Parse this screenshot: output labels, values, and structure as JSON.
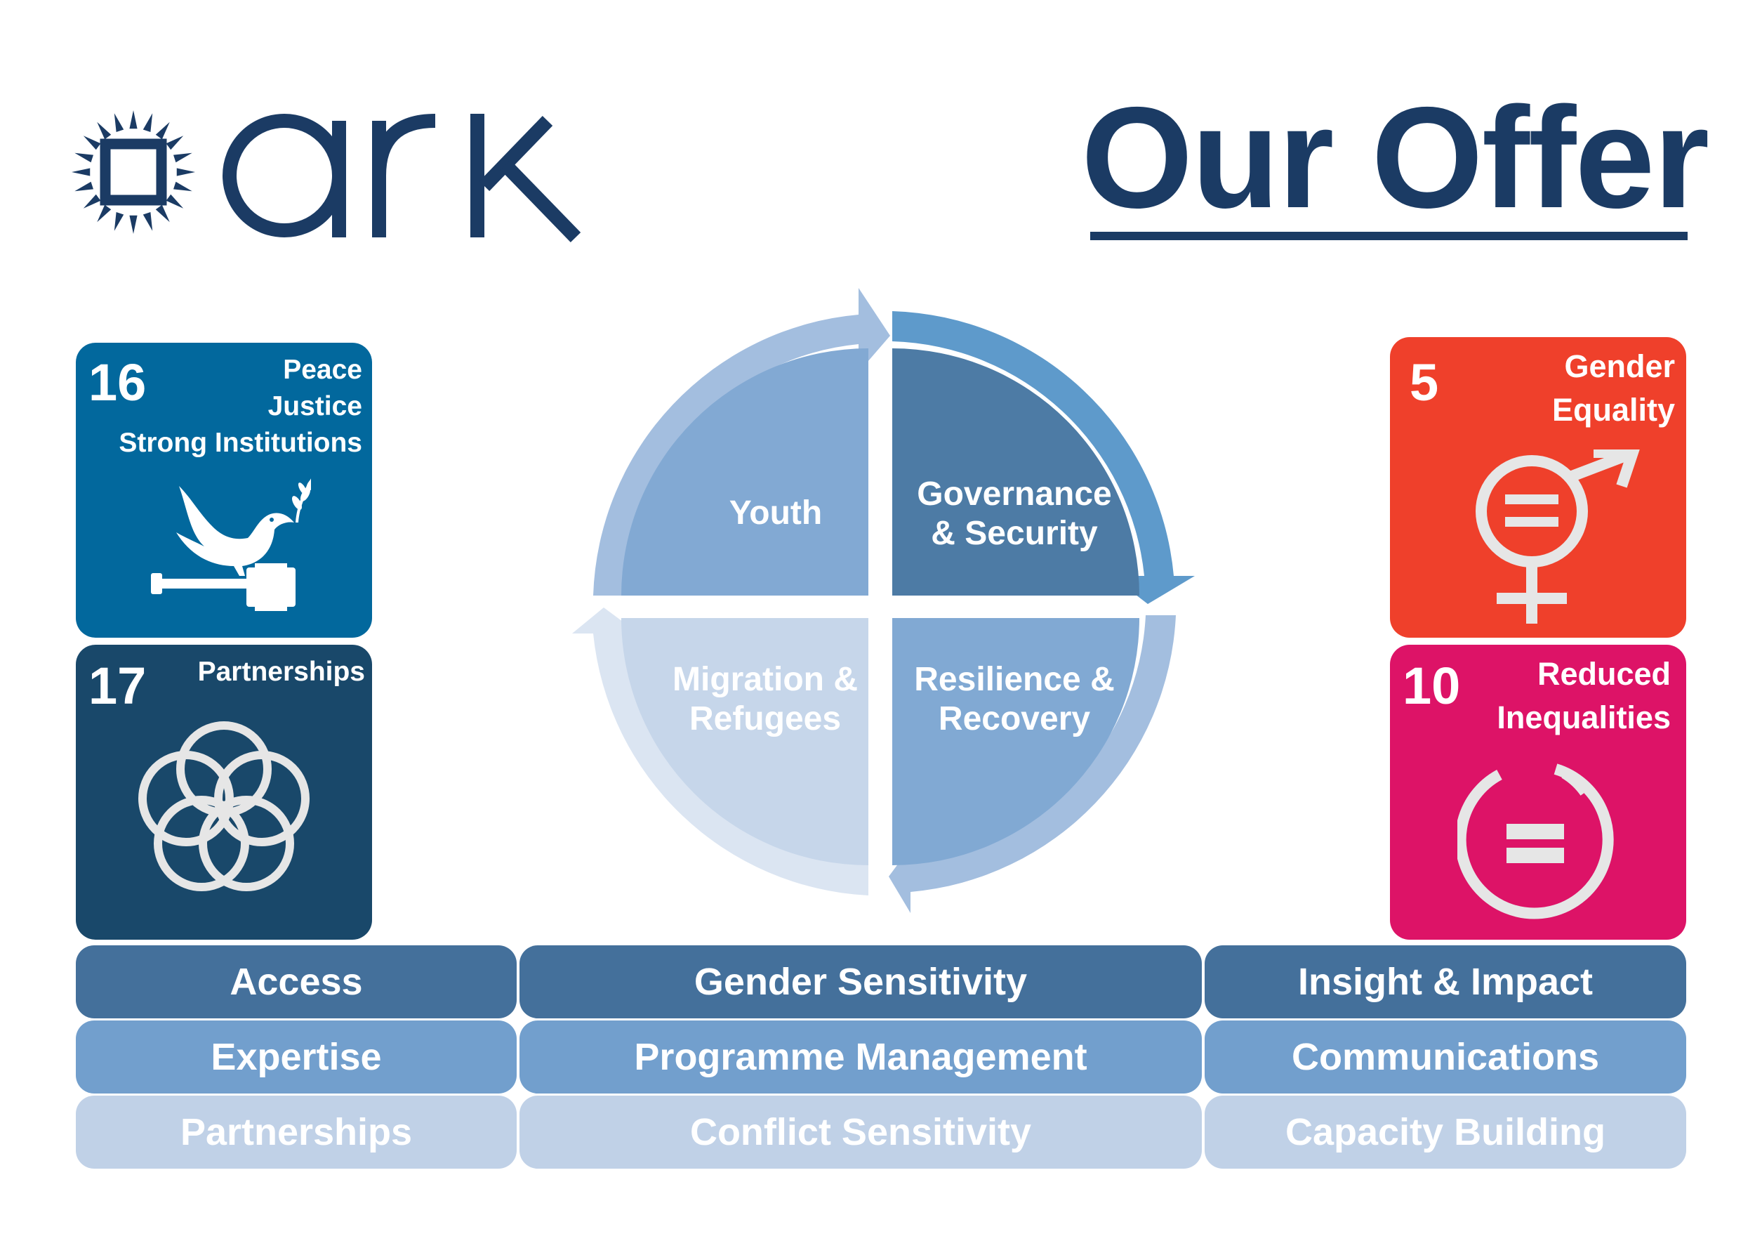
{
  "logo": {
    "text": "ark"
  },
  "title": "Our Offer",
  "sdg_tiles": [
    {
      "number": "16",
      "lines": [
        "Peace",
        "Justice",
        "Strong Institutions"
      ],
      "color": "#02689d",
      "icon": "dove-gavel-icon"
    },
    {
      "number": "17",
      "lines": [
        "Partnerships"
      ],
      "color": "#19486a",
      "icon": "five-rings-icon"
    },
    {
      "number": "5",
      "lines": [
        "Gender",
        "Equality"
      ],
      "color": "#ef402b",
      "icon": "gender-equality-icon"
    },
    {
      "number": "10",
      "lines": [
        "Reduced",
        "Inequalities"
      ],
      "color": "#dd1367",
      "icon": "equals-circle-icon"
    }
  ],
  "cycle": {
    "quadrants": [
      {
        "lines": [
          "Youth"
        ],
        "color": "#82a9d3"
      },
      {
        "lines": [
          "Governance",
          "& Security"
        ],
        "color": "#4d7ba5"
      },
      {
        "lines": [
          "Resilience &",
          "Recovery"
        ],
        "color": "#81a9d3"
      },
      {
        "lines": [
          "Migration &",
          "Refugees"
        ],
        "color": "#c6d6ea"
      }
    ]
  },
  "offer_table": {
    "rows": [
      [
        "Access",
        "Gender Sensitivity",
        "Insight & Impact"
      ],
      [
        "Expertise",
        "Programme Management",
        "Communications"
      ],
      [
        "Partnerships",
        "Conflict Sensitivity",
        "Capacity Building"
      ]
    ],
    "row_colors": [
      "#44709b",
      "#729fcd",
      "#c0d1e7"
    ]
  }
}
